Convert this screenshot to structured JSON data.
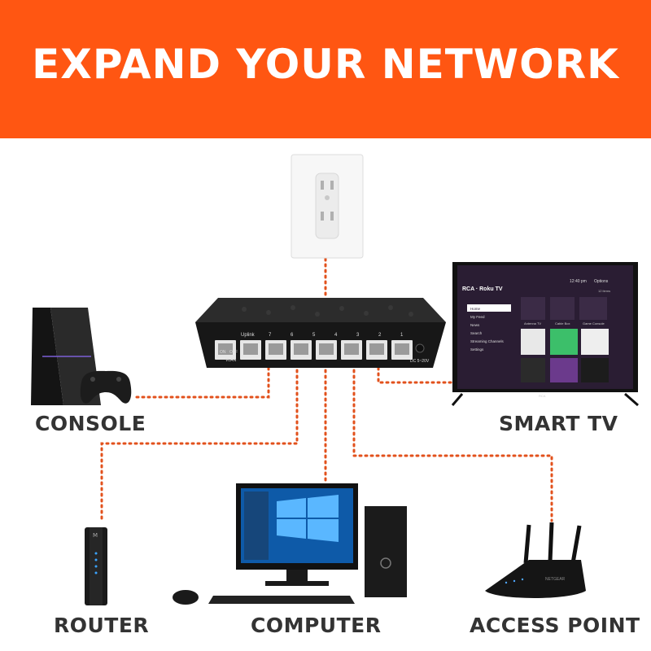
{
  "banner": {
    "title": "EXPAND YOUR NETWORK",
    "color": "#ff5612"
  },
  "devices": {
    "console": "CONSOLE",
    "smart_tv": "SMART TV",
    "router": "ROUTER",
    "computer": "COMPUTER",
    "access_point": "ACCESS POINT"
  },
  "switch": {
    "uplink_label": "Uplink",
    "port_numbers": [
      "7",
      "6",
      "5",
      "4",
      "3",
      "2",
      "1"
    ],
    "power_label": "DC 5~20V",
    "on_label": "ON",
    "off_label": "OFF",
    "vlan_label": "VLAN"
  },
  "tv": {
    "brand": "RCA · Roku TV",
    "time": "12:40 pm",
    "options": "Options",
    "items_count": "12 items",
    "menu": [
      "Home",
      "My Feed",
      "News",
      "Search",
      "Streaming Channels",
      "Settings"
    ],
    "tiles": [
      "Antenna TV",
      "Cable Box",
      "Game Console"
    ],
    "logo": "RCA"
  },
  "access_point_brand": "NETGEAR",
  "colors": {
    "connector_dots": "#e2511c",
    "label_text": "#333333"
  }
}
